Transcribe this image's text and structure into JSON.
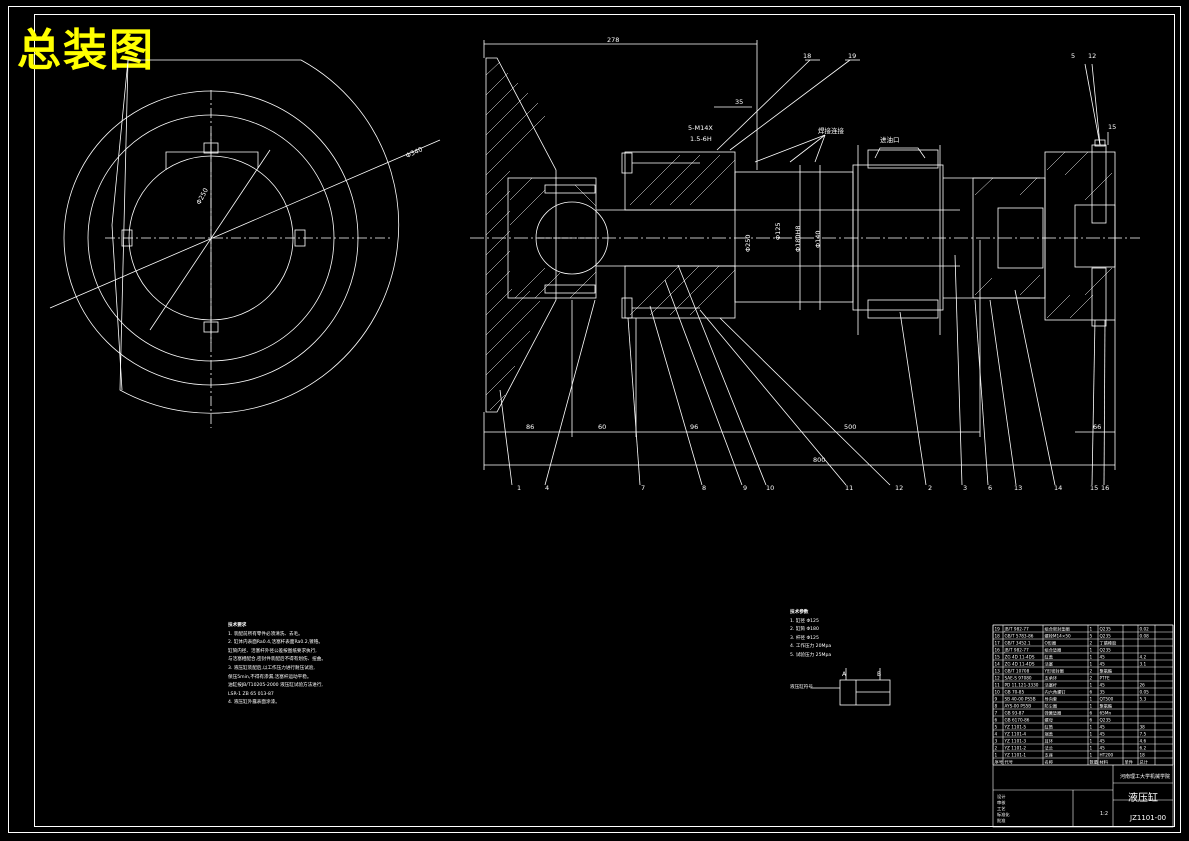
{
  "drawing": {
    "title": "总装图",
    "name": "液压缸",
    "drawing_no": "JZ1101-00",
    "organization": "河南理工大学机械学院"
  },
  "dimensions": {
    "overall_top": "278",
    "d35": "35",
    "thread": "5-M14X",
    "thread_depth": "1.5-6H",
    "d86": "86",
    "d60": "60",
    "d96": "96",
    "d500": "500",
    "d800": "800",
    "d66": "66",
    "d15": "15",
    "phi340": "Φ340",
    "phi250": "Φ250",
    "phi125": "Φ125",
    "phi180": "Φ180H8",
    "phi140": "Φ140",
    "phi250b": "Φ250"
  },
  "callouts": {
    "top": [
      "18",
      "19",
      "5",
      "12"
    ],
    "bottom": [
      "1",
      "4",
      "7",
      "8",
      "9",
      "10",
      "11",
      "12",
      "2",
      "3",
      "6",
      "13",
      "14",
      "15",
      "16"
    ]
  },
  "annotations": {
    "inlet_label": "进油口",
    "note_arrow": "焊接连接"
  },
  "tech_requirements": {
    "heading": "技术要求",
    "lines": [
      "1. 装配前所有零件必须清洗、去毛。",
      "2. 缸体内表面Ra0.4,活塞杆表面Ra0.2,镀铬。",
      "   缸筒内径、活塞杆外径公差按图纸要求执行,",
      "   与活塞相配合,密封件装配后不得有划伤、扭曲。",
      "3. 液压缸装配后,以工作压力进行耐压试验,",
      "   保压5min,不得有渗漏,活塞杆运动平稳。",
      "   油缸按JB/T10205-2000 液压缸试验方法进行,",
      "   LSR-1 ZB 65 013-87",
      "4. 液压缸外露表面涂漆。"
    ]
  },
  "tech_params": {
    "heading": "技术参数",
    "lines": [
      "1. 缸径 Φ125",
      "2. 缸筒 Φ180",
      "3. 杆径 Φ125",
      "4. 工作压力 20Mpa",
      "5. 试验压力 25Mpa"
    ],
    "schematic_label": "液压缸符号",
    "port_a": "A",
    "port_b": "B"
  },
  "title_block": {
    "bom_rows": [
      [
        "19",
        "JB/T 982-77",
        "组合密封垫圈",
        "1",
        "Q235",
        "",
        "0.02"
      ],
      [
        "18",
        "GB/T 5783-86",
        "螺栓M14×50",
        "5",
        "Q235",
        "",
        "0.08"
      ],
      [
        "17",
        "GB/T 3452.1",
        "O形圈",
        "2",
        "丁腈橡胶",
        "",
        ""
      ],
      [
        "16",
        "JB/T 982-77",
        "组合垫圈",
        "1",
        "Q235",
        "",
        ""
      ],
      [
        "15",
        "ZG 4D 11-4DS",
        "缸盖",
        "1",
        "45",
        "",
        "4.2"
      ],
      [
        "14",
        "ZG 4D 11-4DS",
        "活塞",
        "1",
        "45",
        "",
        "3.1"
      ],
      [
        "13",
        "GB/T 10708",
        "Y形密封圈",
        "2",
        "聚氨酯",
        "",
        ""
      ],
      [
        "12",
        "SAE-S 97080",
        "支承环",
        "2",
        "PTFE",
        "",
        ""
      ],
      [
        "11",
        "PD 11.121-3330",
        "活塞杆",
        "1",
        "45",
        "",
        "26"
      ],
      [
        "10",
        "GB 70-85",
        "内六角螺钉",
        "6",
        "35",
        "",
        "0.05"
      ],
      [
        "9",
        "SB 40-00 PS5B",
        "导向套",
        "1",
        "QT500",
        "",
        "5.3"
      ],
      [
        "8",
        "AYS-00 PS5B",
        "防尘圈",
        "1",
        "聚氨酯",
        "",
        ""
      ],
      [
        "7",
        "GB 93-87",
        "弹簧垫圈",
        "6",
        "65Mn",
        "",
        ""
      ],
      [
        "6",
        "GB 6170-86",
        "螺母",
        "6",
        "Q235",
        "",
        ""
      ],
      [
        "5",
        "YZ 1101-5",
        "缸筒",
        "1",
        "45",
        "",
        "38"
      ],
      [
        "4",
        "YZ 1101-4",
        "端盖",
        "1",
        "45",
        "",
        "7.5"
      ],
      [
        "3",
        "YZ 1101-3",
        "耳环",
        "1",
        "45",
        "",
        "4.6"
      ],
      [
        "2",
        "YZ 1101-2",
        "法兰",
        "1",
        "45",
        "",
        "6.2"
      ],
      [
        "1",
        "YZ 1101-1",
        "支座",
        "1",
        "HT200",
        "",
        "18"
      ]
    ],
    "header_row": [
      "序号",
      "代号",
      "名称",
      "数量",
      "材料",
      "单件",
      "总计"
    ],
    "sign_labels": [
      "设计",
      "审核",
      "工艺",
      "标准化",
      "批准"
    ],
    "scale": "1:2"
  }
}
